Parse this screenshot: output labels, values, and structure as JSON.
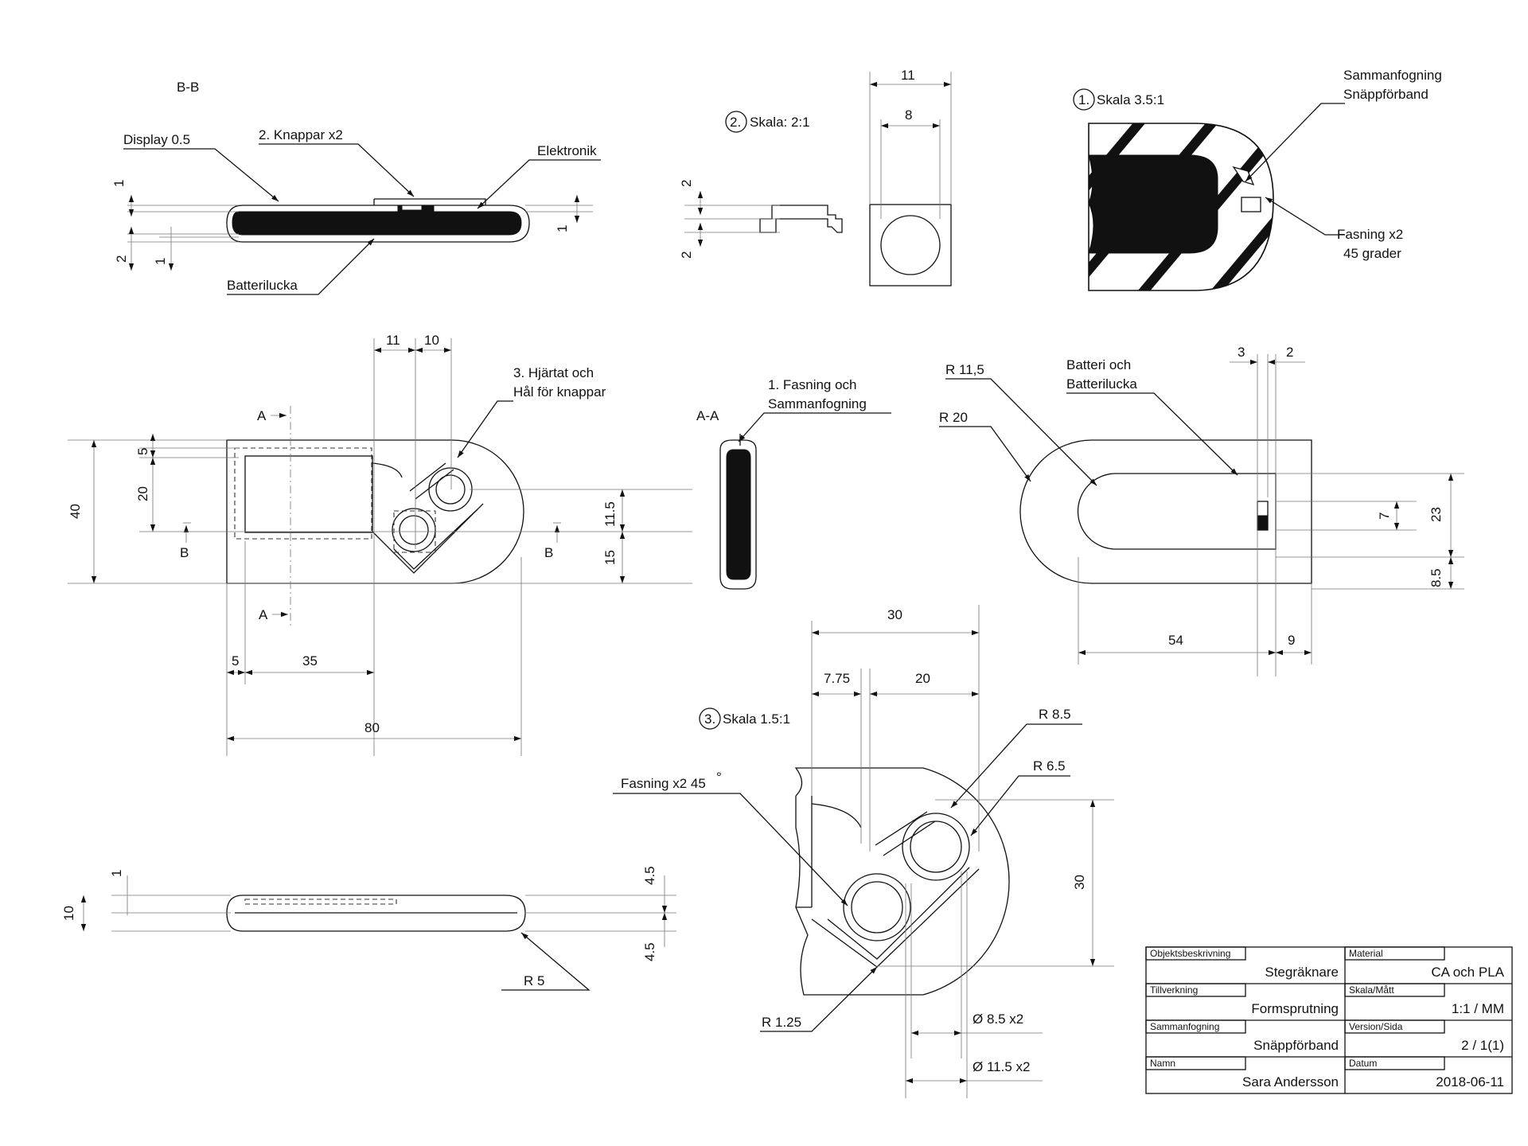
{
  "views": {
    "section_bb": {
      "title": "B-B",
      "labels": [
        "Display 0.5",
        "2. Knappar x2",
        "Elektronik",
        "Batterilucka"
      ],
      "dims": [
        "1",
        "2",
        "1",
        "1"
      ]
    },
    "detail2": {
      "num": "2.",
      "scale": "Skala: 2:1",
      "dims": [
        "2",
        "2",
        "11",
        "8"
      ]
    },
    "detail1": {
      "num": "1.",
      "scale": "Skala 3.5:1",
      "joint": [
        "Sammanfogning",
        "Snäppförband"
      ],
      "chamfer": [
        "Fasning x2",
        "45 grader"
      ]
    },
    "top": {
      "section_a": "A",
      "section_b": "B",
      "label": [
        "3. Hjärtat och",
        "Hål för knappar"
      ],
      "dims": [
        "11",
        "10",
        "5",
        "20",
        "40",
        "11.5",
        "15",
        "5",
        "35",
        "80"
      ]
    },
    "section_aa": {
      "title": "A-A",
      "label": [
        "1. Fasning och",
        "Sammanfogning"
      ]
    },
    "bottom": {
      "label": [
        "Batteri och",
        "Batterilucka"
      ],
      "dims": [
        "R 11,5",
        "R 20",
        "3",
        "2",
        "7",
        "23",
        "8.5",
        "54",
        "9"
      ]
    },
    "side": {
      "dims": [
        "1",
        "10",
        "4.5",
        "4.5",
        "R 5"
      ]
    },
    "detail3": {
      "num": "3.",
      "scale": "Skala 1.5:1",
      "chamfer": "Fasning x2 45",
      "degree": "°",
      "dims": [
        "30",
        "7.75",
        "20",
        "R 8.5",
        "R 6.5",
        "30",
        "R 1.25",
        "Ø 8.5 x2",
        "Ø 11.5 x2"
      ]
    }
  },
  "title_block": {
    "rows": [
      {
        "left_label": "Objektsbeskrivning",
        "left_value": "Stegräknare",
        "right_label": "Material",
        "right_value": "CA och PLA"
      },
      {
        "left_label": "Tillverkning",
        "left_value": "Formsprutning",
        "right_label": "Skala/Mått",
        "right_value": "1:1 / MM"
      },
      {
        "left_label": "Sammanfogning",
        "left_value": "Snäppförband",
        "right_label": "Version/Sida",
        "right_value": "2 / 1(1)"
      },
      {
        "left_label": "Namn",
        "left_value": "Sara Andersson",
        "right_label": "Datum",
        "right_value": "2018-06-11"
      }
    ]
  }
}
